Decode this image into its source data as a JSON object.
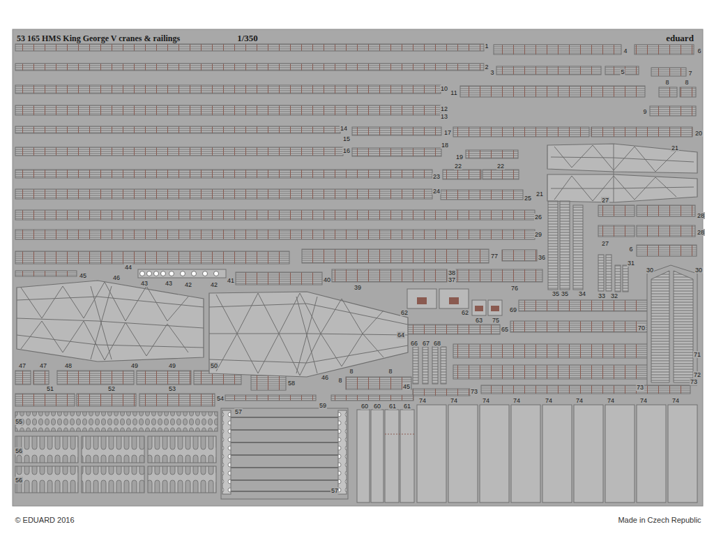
{
  "diagram": {
    "title": "53 165  HMS King George V cranes & railings",
    "labels": [
      "1/350",
      "eduard",
      "1",
      "4",
      "6",
      "2",
      "3",
      "5",
      "7",
      "8",
      "8",
      "10",
      "11",
      "12",
      "13",
      "9",
      "14",
      "15",
      "17",
      "20",
      "18",
      "16",
      "19",
      "21",
      "22",
      "22",
      "23",
      "24",
      "21",
      "25",
      "27",
      "28",
      "26",
      "29",
      "28",
      "27",
      "6",
      "77",
      "36",
      "31",
      "30",
      "30",
      "44",
      "45",
      "46",
      "43",
      "43",
      "42",
      "42",
      "41",
      "40",
      "38",
      "37",
      "39",
      "76",
      "35",
      "35",
      "34",
      "33",
      "32",
      "69",
      "62",
      "62",
      "63",
      "75",
      "70",
      "65",
      "64",
      "66",
      "67",
      "68",
      "71",
      "72",
      "47",
      "47",
      "48",
      "49",
      "49",
      "50",
      "8",
      "8",
      "46",
      "8",
      "73",
      "58",
      "45",
      "73",
      "51",
      "52",
      "53",
      "73",
      "54",
      "74",
      "74",
      "74",
      "74",
      "74",
      "74",
      "74",
      "74",
      "74",
      "59",
      "60",
      "60",
      "61",
      "61",
      "57",
      "55",
      "56",
      "56",
      "57",
      "© EDUARD 2016",
      "Made in Czech Republic"
    ]
  }
}
